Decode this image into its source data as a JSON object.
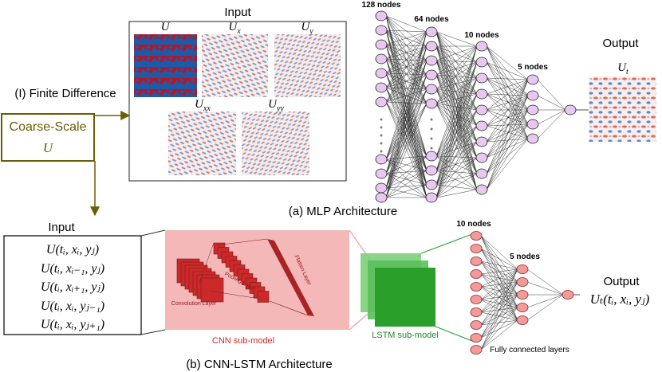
{
  "finite_difference_label": "(I) Finite Difference",
  "coarse_scale": {
    "line1": "Coarse-Scale",
    "line2": "U"
  },
  "mlp": {
    "input_title": "Input",
    "panels": [
      "U",
      "U",
      "U",
      "U",
      "U"
    ],
    "panel_subscripts": [
      "",
      "x",
      "y",
      "xx",
      "yy"
    ],
    "layer_labels": [
      "128 nodes",
      "64 nodes",
      "10 nodes",
      "5 nodes"
    ],
    "output_title": "Output",
    "output_var": "U",
    "output_sub": "t",
    "caption": "(a) MLP Architecture"
  },
  "cnn_lstm": {
    "input_title": "Input",
    "inputs": [
      "U(t",
      "U(t",
      "U(t",
      "U(t",
      "U(t"
    ],
    "input_full": [
      "U(tᵢ, xᵢ, yⱼ)",
      "U(tᵢ, xᵢ₋₁, yⱼ)",
      "U(tᵢ, xᵢ₊₁, yⱼ)",
      "U(tᵢ, xᵢ, yⱼ₋₁)",
      "U(tᵢ, xᵢ, yⱼ₊₁)"
    ],
    "cnn_labels": [
      "Convolution Layer",
      "Pooling Layer",
      "Flatten Layer"
    ],
    "cnn_submodel": "CNN sub-model",
    "lstm_submodel": "LSTM sub-model",
    "fc_layer_labels": [
      "10 nodes",
      "5 nodes"
    ],
    "fc_label": "Fully connected layers",
    "output_title": "Output",
    "output_text": "Uₜ(tᵢ, xᵢ, yⱼ)",
    "caption": "(b) CNN-LSTM Architecture"
  },
  "colors": {
    "olive": "#6b5e00",
    "node_fill": "#e8c8f0",
    "pink_bg": "#f4b8b8",
    "cnn_red": "#cc2a2a",
    "lstm_green": "#2aa02a",
    "fc_node": "#f49a9a"
  }
}
